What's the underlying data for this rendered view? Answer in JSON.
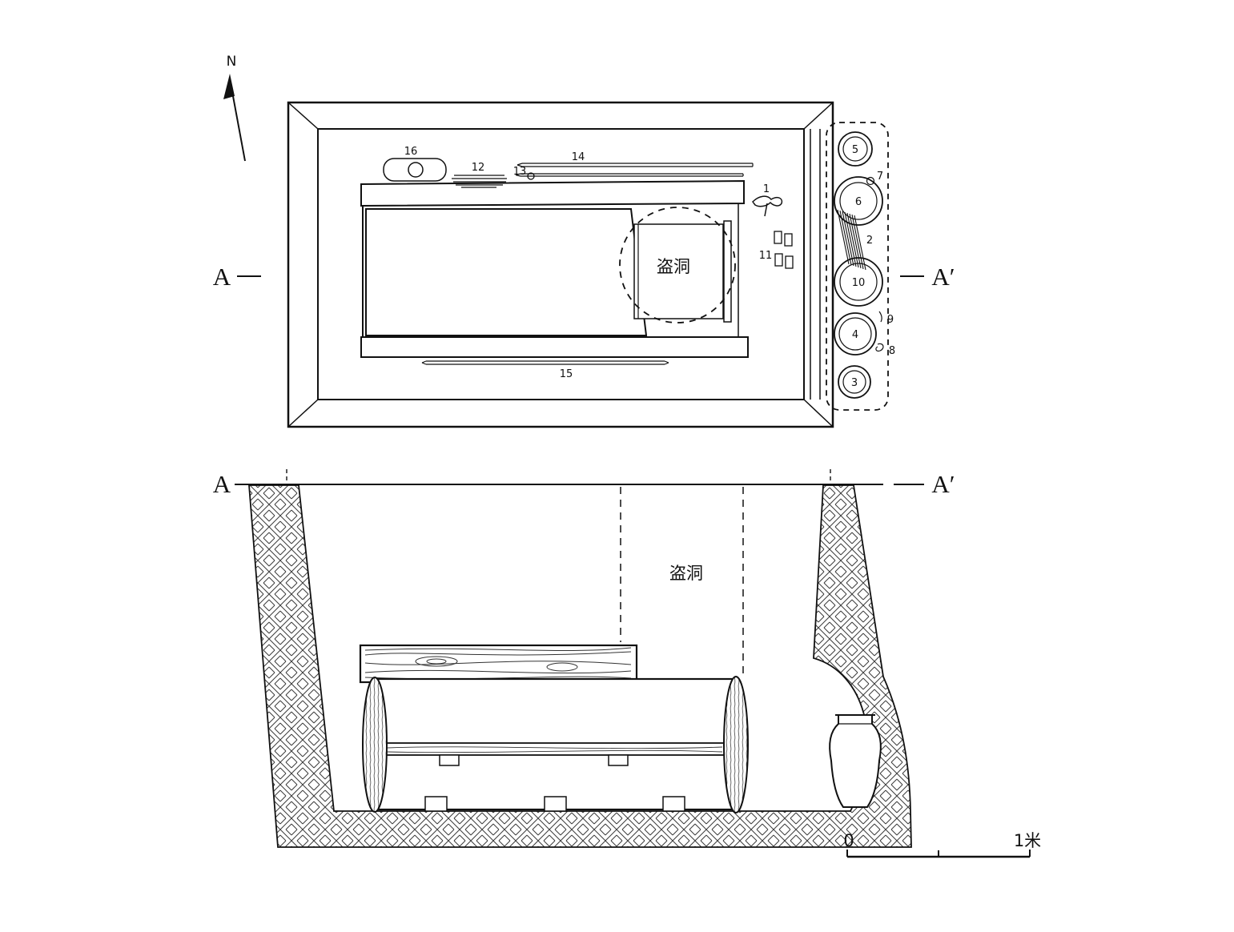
{
  "compass": {
    "north": "N"
  },
  "plan": {
    "section_left": "A",
    "section_right": "A′",
    "robber_hole": "盗洞",
    "artifacts": {
      "a1": "1",
      "a11": "11",
      "a12": "12",
      "a13": "13",
      "a14": "14",
      "a15": "15",
      "a16": "16"
    },
    "vessels": {
      "v2": "2",
      "v3": "3",
      "v4": "4",
      "v5": "5",
      "v6": "6",
      "v7": "7",
      "v8": "8",
      "v9": "9",
      "v10": "10"
    }
  },
  "section": {
    "section_left": "A",
    "section_right": "A′",
    "robber_hole": "盗洞",
    "scale": {
      "zero": "0",
      "label": "1米"
    }
  }
}
